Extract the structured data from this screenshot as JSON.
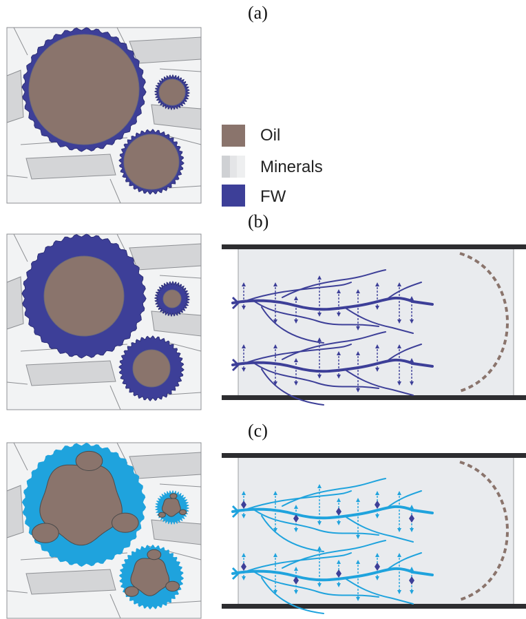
{
  "panels": {
    "a": {
      "label": "(a)"
    },
    "b": {
      "label": "(b)"
    },
    "c": {
      "label": "(c)"
    }
  },
  "legend": [
    {
      "label": "Oil",
      "color": "#8a746c"
    },
    {
      "label": "Minerals",
      "color": "#d6d8db"
    },
    {
      "label": "FW",
      "color": "#3d3f98"
    }
  ],
  "colors": {
    "oil": "#8a746c",
    "fw": "#3d3f98",
    "lsw": "#1fa3dd",
    "grain": "#f2f3f4",
    "grain_dark": "#d4d5d7",
    "outline": "#8d8f93",
    "pipe_wall": "#2d2d30",
    "channel_fill": "#e9ebee",
    "front": "#8a746c"
  }
}
